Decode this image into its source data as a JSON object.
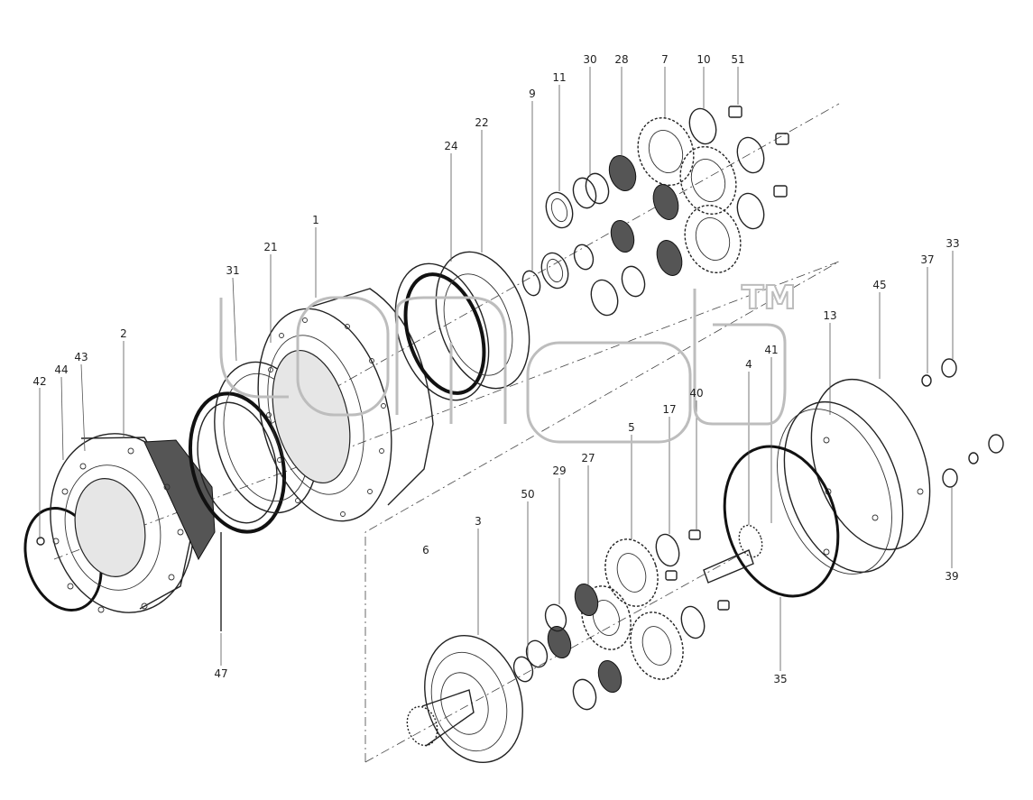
{
  "callouts": [
    {
      "id": "c42",
      "label": "42"
    },
    {
      "id": "c44",
      "label": "44"
    },
    {
      "id": "c43",
      "label": "43"
    },
    {
      "id": "c2",
      "label": "2"
    },
    {
      "id": "c31",
      "label": "31"
    },
    {
      "id": "c21",
      "label": "21"
    },
    {
      "id": "c1",
      "label": "1"
    },
    {
      "id": "c24",
      "label": "24"
    },
    {
      "id": "c22",
      "label": "22"
    },
    {
      "id": "c9",
      "label": "9"
    },
    {
      "id": "c11",
      "label": "11"
    },
    {
      "id": "c30",
      "label": "30"
    },
    {
      "id": "c28",
      "label": "28"
    },
    {
      "id": "c7",
      "label": "7"
    },
    {
      "id": "c10",
      "label": "10"
    },
    {
      "id": "c51",
      "label": "51"
    },
    {
      "id": "c45",
      "label": "45"
    },
    {
      "id": "c13",
      "label": "13"
    },
    {
      "id": "c37",
      "label": "37"
    },
    {
      "id": "c33",
      "label": "33"
    },
    {
      "id": "c41",
      "label": "41"
    },
    {
      "id": "c4",
      "label": "4"
    },
    {
      "id": "c40",
      "label": "40"
    },
    {
      "id": "c17",
      "label": "17"
    },
    {
      "id": "c5",
      "label": "5"
    },
    {
      "id": "c27",
      "label": "27"
    },
    {
      "id": "c29",
      "label": "29"
    },
    {
      "id": "c50",
      "label": "50"
    },
    {
      "id": "c6",
      "label": "6"
    },
    {
      "id": "c3",
      "label": "3"
    },
    {
      "id": "c47",
      "label": "47"
    },
    {
      "id": "c35",
      "label": "35"
    },
    {
      "id": "c39",
      "label": "39"
    }
  ],
  "watermark": {
    "text": "TM"
  }
}
